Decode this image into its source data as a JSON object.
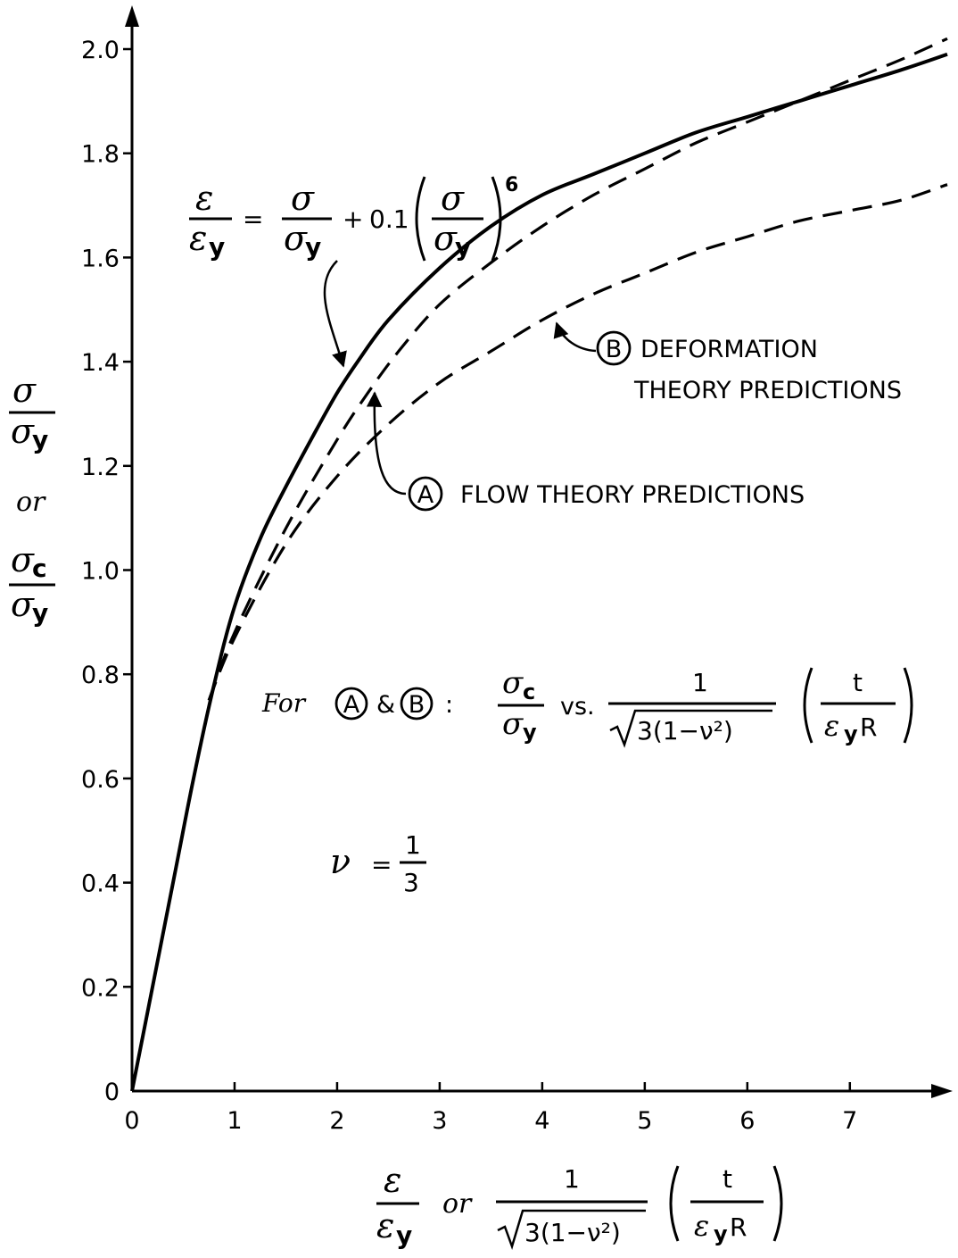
{
  "chart_data": {
    "type": "line",
    "x_ticks": [
      "0",
      "1",
      "2",
      "3",
      "4",
      "5",
      "6",
      "7"
    ],
    "y_ticks": [
      "0",
      "0.2",
      "0.4",
      "0.6",
      "0.8",
      "1.0",
      "1.2",
      "1.4",
      "1.6",
      "1.8",
      "2.0"
    ],
    "xlim": [
      0,
      7.95
    ],
    "ylim": [
      0,
      2.06
    ],
    "grid": false,
    "series": [
      {
        "name": "ε/εy = σ/σy + 0.1(σ/σy)^6",
        "style": "solid",
        "x": [
          0,
          0.4,
          0.6,
          0.8,
          1.0,
          1.25,
          1.5,
          1.8,
          2.0,
          2.2,
          2.5,
          3.0,
          3.5,
          4.0,
          4.5,
          5.0,
          5.5,
          6.0,
          6.5,
          7.0,
          7.5,
          7.95
        ],
        "y": [
          0,
          0.4,
          0.6,
          0.78,
          0.93,
          1.06,
          1.16,
          1.27,
          1.34,
          1.4,
          1.48,
          1.58,
          1.66,
          1.72,
          1.76,
          1.8,
          1.84,
          1.87,
          1.9,
          1.93,
          1.96,
          1.99
        ]
      },
      {
        "name": "A FLOW THEORY PREDICTIONS",
        "style": "dashed",
        "x": [
          0.75,
          1.0,
          1.5,
          2.0,
          2.3,
          2.6,
          3.0,
          3.5,
          4.0,
          4.5,
          5.0,
          5.5,
          6.0,
          6.5,
          7.0,
          7.5,
          7.95
        ],
        "y": [
          0.75,
          0.88,
          1.08,
          1.25,
          1.34,
          1.42,
          1.51,
          1.59,
          1.66,
          1.72,
          1.77,
          1.82,
          1.86,
          1.9,
          1.94,
          1.98,
          2.02
        ]
      },
      {
        "name": "B DEFORMATION THEORY PREDICTIONS",
        "style": "dashed",
        "x": [
          0.75,
          1.0,
          1.5,
          2.0,
          2.5,
          3.0,
          3.5,
          4.0,
          4.5,
          5.0,
          5.5,
          6.0,
          6.5,
          7.0,
          7.5,
          7.95
        ],
        "y": [
          0.75,
          0.87,
          1.05,
          1.18,
          1.28,
          1.36,
          1.42,
          1.48,
          1.53,
          1.57,
          1.61,
          1.64,
          1.67,
          1.69,
          1.71,
          1.74
        ]
      }
    ],
    "annotations": {
      "A_letter": "A",
      "B_letter": "B",
      "flow_label": "FLOW THEORY PREDICTIONS",
      "deformation_line1": "DEFORMATION",
      "deformation_line2": "THEORY PREDICTIONS",
      "for_word": "For",
      "and_symbol": "&",
      "colon": ":",
      "vs_word": "vs.",
      "nu": "ν",
      "eq": "=",
      "one": "1",
      "three": "3",
      "plus": "+",
      "coef": "0.1",
      "power": "6",
      "or_word": "or",
      "sqrt_body": "3(1−ν²)",
      "t_letter": "t",
      "R_letter": "R",
      "eps": "ε",
      "sigma": "σ",
      "sub_y": "y",
      "sub_c": "c"
    }
  }
}
